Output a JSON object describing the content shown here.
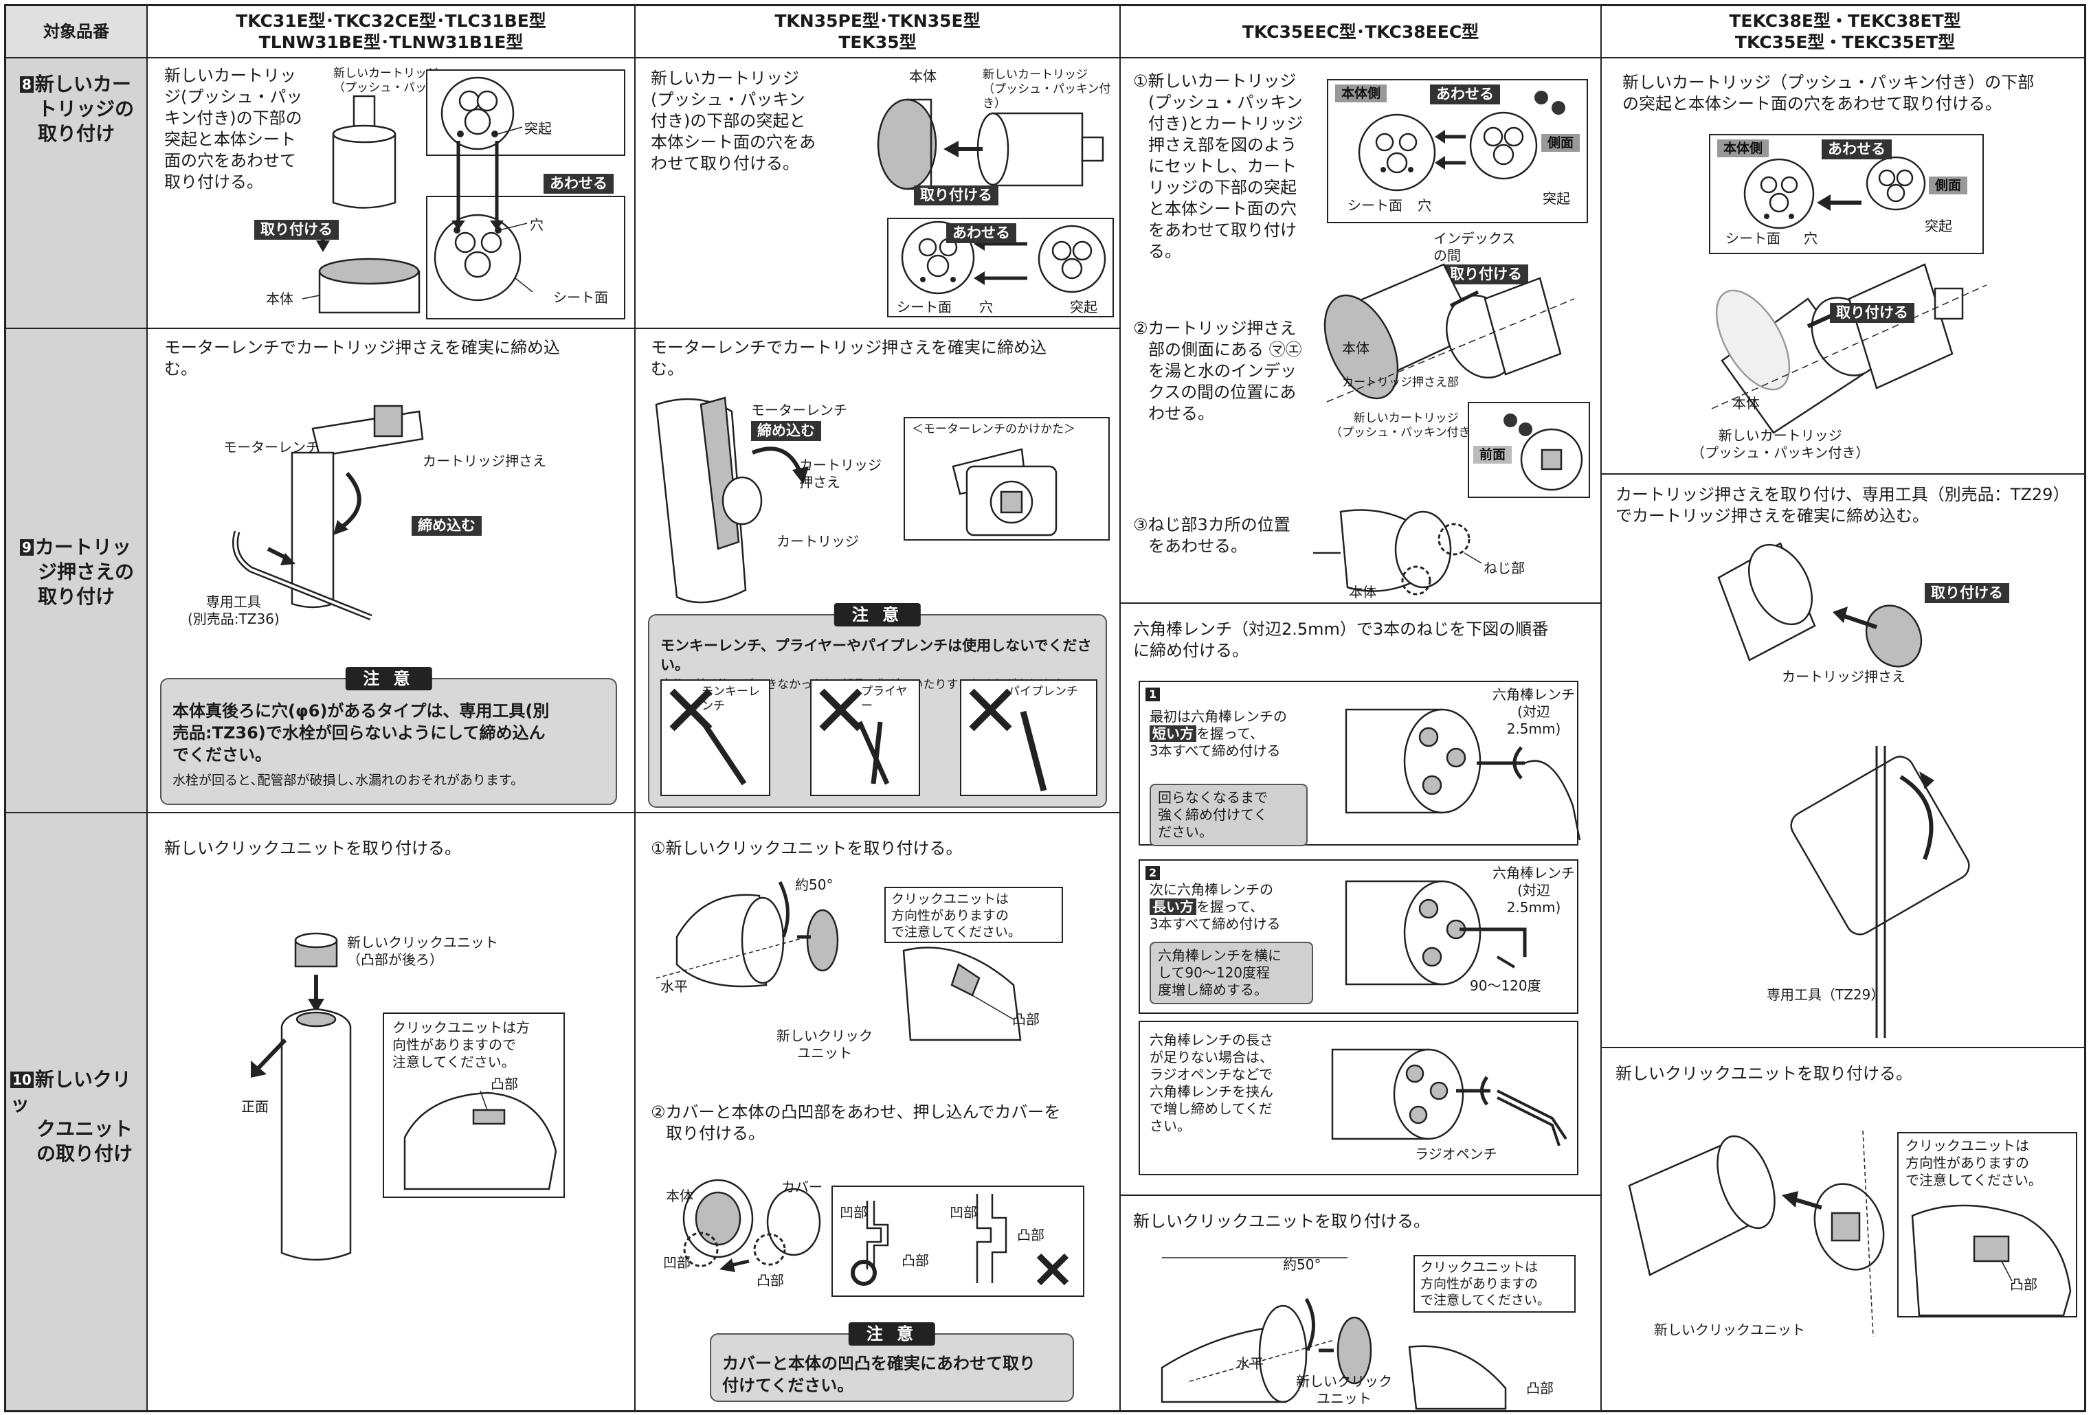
{
  "header": {
    "col0": "対象品番",
    "col1": [
      "TKC31E型･TKC32CE型･TLC31BE型",
      "TLNW31BE型･TLNW31B1E型"
    ],
    "col2": [
      "TKN35PE型･TKN35E型",
      "TEK35型"
    ],
    "col3": "TKC35EEC型･TKC38EEC型",
    "col4": [
      "TEKC38E型・TEKC38ET型",
      "TKC35E型・TEKC35ET型"
    ]
  },
  "rows": [
    {
      "num": "8",
      "label": [
        "新しいカー",
        "トリッジの",
        "取り付け"
      ]
    },
    {
      "num": "9",
      "label": [
        "カートリッ",
        "ジ押さえの",
        "取り付け"
      ]
    },
    {
      "num": "10",
      "label": [
        "新しいクリッ",
        "クユニット",
        "の取り付け"
      ]
    }
  ],
  "c1r1": {
    "text": [
      "新しいカートリッ",
      "ジ(プッシュ・パッ",
      "キン付き)の下部の",
      "突起と本体シート",
      "面の穴をあわせて",
      "取り付ける。"
    ],
    "cartridge_label": [
      "新しいカートリッジ",
      "（プッシュ・パッキン付き）"
    ],
    "protrusion": "突起",
    "match_tag": "あわせる",
    "hole": "穴",
    "seat": "シート面",
    "install_tag": "取り付ける",
    "body": "本体"
  },
  "c1r2": {
    "text": [
      "モーターレンチでカートリッジ押さえを確実に締め込",
      "む。"
    ],
    "wrench": "モーターレンチ",
    "presser": "カートリッジ押さえ",
    "tighten_tag": "締め込む",
    "tool": [
      "専用工具",
      "(別売品:TZ36)"
    ],
    "caution_head": "注 意",
    "caution_bold": [
      "本体真後ろに穴(φ6)があるタイプは、専用工具(別",
      "売品:TZ36)で水栓が回らないようにして締め込ん",
      "でください。"
    ],
    "caution_small": "水栓が回ると､配管部が破損し､水漏れのおそれがあります。"
  },
  "c1r3": {
    "text": "新しいクリックユニットを取り付ける。",
    "unit": [
      "新しいクリックユニット",
      "（凸部が後ろ）"
    ],
    "front": "正面",
    "note": [
      "クリックユニットは方",
      "向性がありますので",
      "注意してください。"
    ],
    "convex": "凸部"
  },
  "c2r1": {
    "text": [
      "新しいカートリッジ",
      "(プッシュ・パッキン",
      "付き)の下部の突起と",
      "本体シート面の穴をあ",
      "わせて取り付ける。"
    ],
    "body": "本体",
    "cartridge_label": [
      "新しいカートリッジ",
      "（プッシュ・パッキン付き）"
    ],
    "install_tag": "取り付ける",
    "match_tag": "あわせる",
    "seat": "シート面",
    "hole": "穴",
    "protrusion": "突起"
  },
  "c2r2": {
    "text": [
      "モーターレンチでカートリッジ押さえを確実に締め込",
      "む。"
    ],
    "wrench": "モーターレンチ",
    "tighten_tag": "締め込む",
    "presser": [
      "カートリッジ",
      "押さえ"
    ],
    "how_to": "＜モーターレンチのかけかた＞",
    "cartridge": "カートリッジ",
    "caution_head": "注 意",
    "caution_bold": "モンキーレンチ、プライヤーやパイプレンチは使用しないでください。",
    "caution_small": "十分に締め込みができなかったり､部品に傷がついたりするおそれがあります。",
    "ng_tools": [
      "モンキーレンチ",
      "プライヤー",
      "パイプレンチ"
    ]
  },
  "c2r3": {
    "step1": "①新しいクリックユニットを取り付ける。",
    "angle": "約50°",
    "level": "水平",
    "unit": [
      "新しいクリック",
      "ユニット"
    ],
    "note": [
      "クリックユニットは",
      "方向性がありますの",
      "で注意してください。"
    ],
    "convex": "凸部",
    "step2": [
      "②カバーと本体の凸凹部をあわせ、押し込んでカバーを",
      "取り付ける。"
    ],
    "body": "本体",
    "cover": "カバー",
    "concave": "凹部",
    "convex2": "凸部",
    "caution_head": "注 意",
    "caution_bold": [
      "カバーと本体の凹凸を確実にあわせて取り",
      "付けてください。"
    ]
  },
  "c3r1": {
    "step1": [
      "①新しいカートリッジ",
      "(プッシュ・パッキン",
      "付き)とカートリッジ",
      "押さえ部を図のよう",
      "にセットし、カート",
      "リッジの下部の突起",
      "と本体シート面の穴",
      "をあわせて取り付け",
      "る。"
    ],
    "body_side": "本体側",
    "match_tag": "あわせる",
    "side": "側面",
    "seat": "シート面",
    "hole": "穴",
    "protrusion": "突起",
    "index": [
      "インデックス",
      "の間"
    ],
    "install_tag": "取り付ける",
    "step2": [
      "②カートリッジ押さえ",
      "部の側面にある ㋮㋓",
      "を湯と水のインデッ",
      "クスの間の位置にあ",
      "わせる。"
    ],
    "body": "本体",
    "presser_part": "カートリッジ押さえ部",
    "cartridge_label": [
      "新しいカートリッジ",
      "（プッシュ・パッキン付き）"
    ],
    "front": "前面",
    "step3": [
      "③ねじ部3カ所の位置",
      "をあわせる。"
    ],
    "screw": "ねじ部"
  },
  "c3r2": {
    "text": [
      "六角棒レンチ（対辺2.5mm）で3本のねじを下図の順番",
      "に締め付ける。"
    ],
    "s1_num": "1",
    "s1_text": [
      "最初は六角棒レンチの",
      "短い方",
      "を握って、",
      "3本すべて締め付ける"
    ],
    "s1_gray": [
      "回らなくなるまで",
      "強く締め付けてく",
      "ださい。"
    ],
    "hex": [
      "六角棒レンチ",
      "(対辺2.5mm)"
    ],
    "s2_num": "2",
    "s2_text": [
      "次に六角棒レンチの",
      "長い方",
      "を握って、",
      "3本すべて締め付ける"
    ],
    "s2_gray": [
      "六角棒レンチを横に",
      "して90～120度程",
      "度増し締めする。"
    ],
    "angle": "90～120度",
    "s3_text": [
      "六角棒レンチの長さ",
      "が足りない場合は、",
      "ラジオペンチなどで",
      "六角棒レンチを挟ん",
      "で増し締めしてくだ",
      "さい。"
    ],
    "pliers": "ラジオペンチ"
  },
  "c3r3": {
    "text": "新しいクリックユニットを取り付ける。",
    "angle": "約50°",
    "level": "水平",
    "unit": [
      "新しいクリック",
      "ユニット"
    ],
    "note": [
      "クリックユニットは",
      "方向性がありますの",
      "で注意してください。"
    ],
    "convex": "凸部"
  },
  "c4r1": {
    "text": [
      "新しいカートリッジ（プッシュ・パッキン付き）の下部",
      "の突起と本体シート面の穴をあわせて取り付ける。"
    ],
    "body_side": "本体側",
    "match_tag": "あわせる",
    "side": "側面",
    "seat": "シート面",
    "hole": "穴",
    "protrusion": "突起",
    "install_tag": "取り付ける",
    "body": "本体",
    "cartridge_label": [
      "新しいカートリッジ",
      "（プッシュ・パッキン付き）"
    ]
  },
  "c4r2": {
    "text": [
      "カートリッジ押さえを取り付け、専用工具（別売品：TZ29）",
      "でカートリッジ押さえを確実に締め込む。"
    ],
    "install_tag": "取り付ける",
    "presser": "カートリッジ押さえ",
    "tool": "専用工具（TZ29）"
  },
  "c4r3": {
    "text": "新しいクリックユニットを取り付ける。",
    "note": [
      "クリックユニットは",
      "方向性がありますの",
      "で注意してください。"
    ],
    "unit": "新しいクリックユニット",
    "convex": "凸部"
  }
}
